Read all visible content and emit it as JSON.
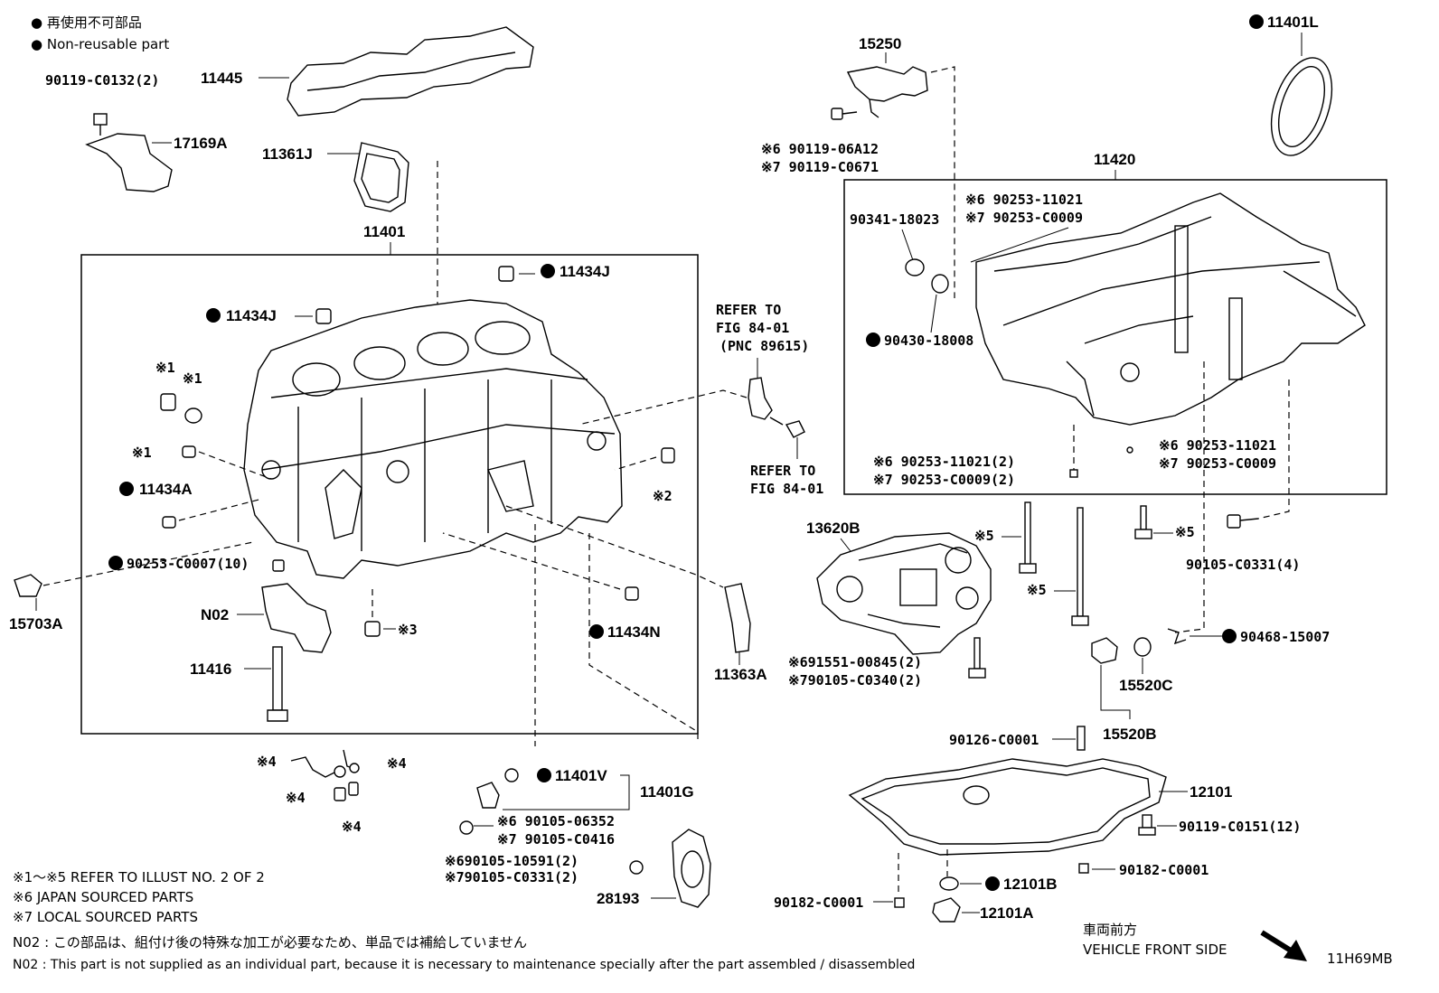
{
  "legend": {
    "line1": "● 再使用不可部品",
    "line2": "● Non-reusable part"
  },
  "labels": {
    "p90119_C0132": "90119-C0132(2)",
    "p11445": "11445",
    "p17169A": "17169A",
    "p11361J": "11361J",
    "p11401": "11401",
    "p11434J_a": "11434J",
    "p11434J_b": "11434J",
    "m1a": "※1",
    "m1b": "※1",
    "m1c": "※1",
    "p11434A": "11434A",
    "m2": "※2",
    "p90253_C0007": "90253-C0007(10)",
    "p15703A": "15703A",
    "pN02": "N02",
    "m3": "※3",
    "p11434N": "11434N",
    "p11416": "11416",
    "m4a": "※4",
    "m4b": "※4",
    "m4c": "※4",
    "m4d": "※4",
    "refer1_l1": "REFER TO",
    "refer1_l2": "FIG 84-01",
    "refer1_l3": "(PNC 89615)",
    "refer2_l1": "REFER TO",
    "refer2_l2": "FIG 84-01",
    "p11363A": "11363A",
    "p11401V": "11401V",
    "p11401G": "11401G",
    "p6_90105_06352": "※6 90105-06352",
    "p7_90105_C0416": "※7 90105-C0416",
    "p6_90105_10591": "※690105-10591(2)",
    "p7_90105_C0331_2": "※790105-C0331(2)",
    "p28193": "28193",
    "p15250": "15250",
    "p6_90119_06A12": "※6 90119-06A12",
    "p7_90119_C0671": "※7 90119-C0671",
    "p11401L": "11401L",
    "p11420": "11420",
    "p6_90253_11021_top": "※6 90253-11021",
    "p7_90253_C0009_top": "※7 90253-C0009",
    "p90341_18023": "90341-18023",
    "p90430_18008": "90430-18008",
    "p6_90253_11021_2": "※6 90253-11021(2)",
    "p7_90253_C0009_2": "※7 90253-C0009(2)",
    "p6_90253_11021_r": "※6 90253-11021",
    "p7_90253_C0009_r": "※7 90253-C0009",
    "p13620B": "13620B",
    "m5a": "※5",
    "m5b": "※5",
    "m5c": "※5",
    "p90105_C0331_4": "90105-C0331(4)",
    "p90468_15007": "90468-15007",
    "p6_91551_00845": "※691551-00845(2)",
    "p7_90105_C0340": "※790105-C0340(2)",
    "p15520C": "15520C",
    "p15520B": "15520B",
    "p90126_C0001": "90126-C0001",
    "p12101": "12101",
    "p90119_C0151": "90119-C0151(12)",
    "p90182_C0001_r": "90182-C0001",
    "p90182_C0001_l": "90182-C0001",
    "p12101B": "12101B",
    "p12101A": "12101A"
  },
  "notes": {
    "n1": "※1～※5  REFER TO ILLUST NO. 2 OF 2",
    "n2": "※6 JAPAN SOURCED PARTS",
    "n3": "※7 LOCAL SOURCED PARTS",
    "n4": "N02 : この部品は、組付け後の特殊な加工が必要なため、単品では補給していません",
    "n5": "N02 : This part is not supplied as an individual part, because it is necessary to maintenance specially after the part assembled / disassembled"
  },
  "front": {
    "jp": "車両前方",
    "en": "VEHICLE FRONT SIDE"
  },
  "illust_id": "11H69MB"
}
